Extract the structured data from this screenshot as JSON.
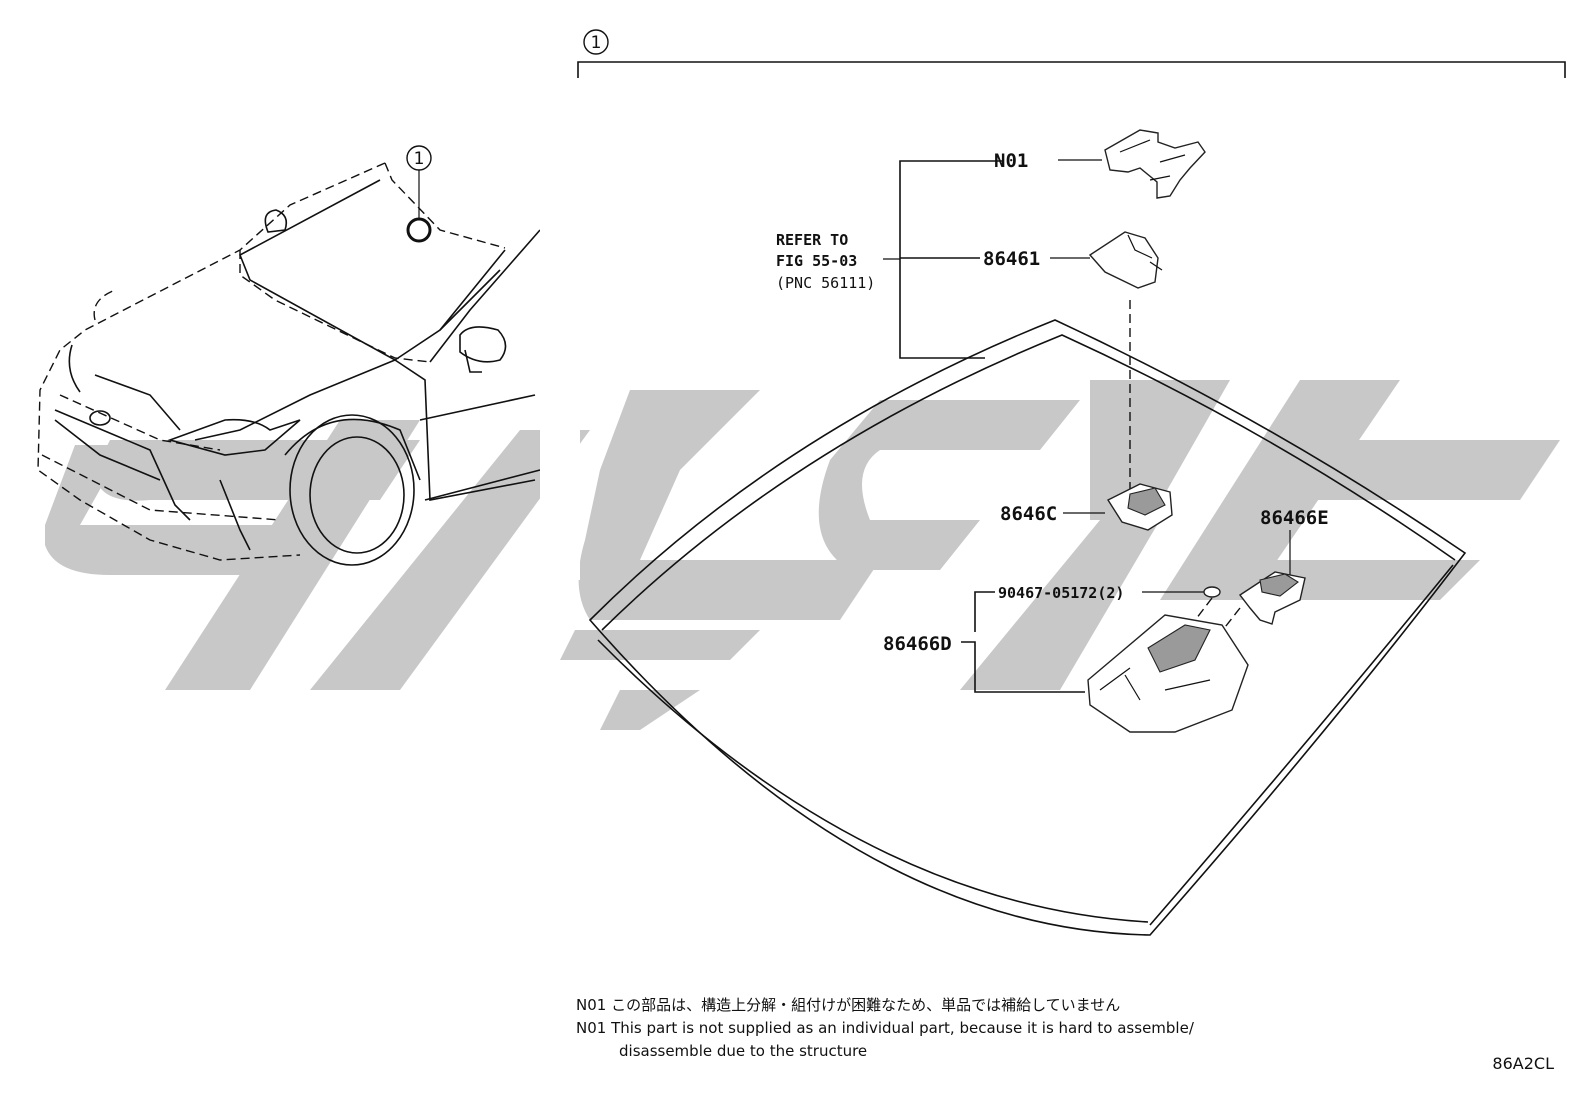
{
  "callouts": {
    "top_ref": "1",
    "car_ref": "1"
  },
  "refer": {
    "line1": "REFER TO",
    "line2": "FIG 55-03",
    "line3": "(PNC 56111)"
  },
  "parts": {
    "n01": "N01",
    "p86461": "86461",
    "p8646c": "8646C",
    "p86466e": "86466E",
    "p90467": "90467-05172(2)",
    "p86466d": "86466D"
  },
  "notes": {
    "jp_code": "N01",
    "jp_text": "この部品は、構造上分解・組付けが困難なため、単品では補給していません",
    "en_code": "N01",
    "en_text_1": "This part is not supplied as an individual part, because it is hard to assemble/",
    "en_text_2": "disassemble due to the structure"
  },
  "figure_id": "86A2CL",
  "colors": {
    "line": "#111111",
    "watermark": "#c8c8c8",
    "background": "#ffffff"
  }
}
